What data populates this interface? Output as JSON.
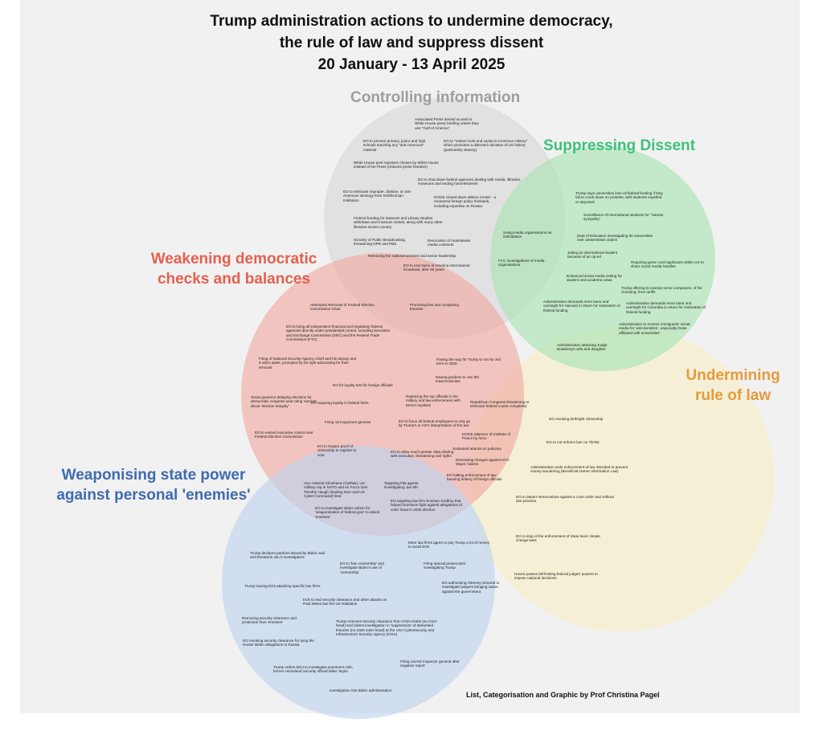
{
  "title_lines": [
    "Trump administration actions to undermine democracy,",
    "the rule of law and suppress dissent",
    "20 January - 13 April 2025"
  ],
  "credit": "List, Categorisation and Graphic by Prof Christina Pagel",
  "colors": {
    "controlling": "#9e9e9e",
    "suppressing": "#3ec07a",
    "weakening": "#e4604f",
    "undermining": "#e69a3c",
    "weaponising": "#3f6bb0",
    "circle_gray": "#d6d6d6",
    "circle_green": "#a6e3b2",
    "circle_red": "#f1a8a2",
    "circle_cream": "#f6efcd",
    "circle_blue": "#bcd2ef"
  },
  "categories": {
    "controlling": "Controlling information",
    "suppressing": "Suppressing Dissent",
    "weakening": [
      "Weakening democratic",
      "checks and balances"
    ],
    "undermining": [
      "Undermining",
      "rule of law"
    ],
    "weaponising": [
      "Weaponising state power",
      "against personal 'enemies'"
    ]
  },
  "items": [
    "Associated Press denied access to White House press briefing unless they use \"Gulf of America\"",
    "EO to prevent primary, junior and high schools teaching any \"anti-American\" material",
    "EO to \"restore truth and sanity to American History\" which promotes a distorted narrative of US history (particularly slavery)",
    "White House pool reporters chosen by White House instead of the Press (reduces press freedom)",
    "EO to shut down federal agencies dealing with media, libraries, museums and ending homelessness",
    "EO to eliminate improper, divisive, or anti-American ideology from Smithsonian Institution",
    "DOGE closed down Wilson Center - a renowned foreign policy thinktank, including expertise on Russia",
    "Federal funding for Museum and Library Studies withdrawn and museum closed, along with many other libraries across country",
    "Scrutiny of Public Broadcasting, threatening NPR and PBS",
    "Revocation of mainstream media contracts",
    "Removing the national archivist and senior leadership",
    "EO to end Voice of America international broadcast, after 80 years",
    "Trump says universities lose all federal funding if they fail to crack down on protests, with students expelled or deported",
    "Surveillance of international students for \"Hamas sympathy\"",
    "Suing media organisations as intimidation",
    "Dept of Education investigating 60 universities over antisemitism claims",
    "Jailing an international student because of an op-ed",
    "Requiring green card applicants within US to share social media handles",
    "FCC investigations of media organisations",
    "Enhanced social media vetting for student and academic visas",
    "Trump offering to exempt some companies, of his choosing, from tariffs",
    "Administration demands more bans and oversight for Harvard in return for restoration of federal funding",
    "Administration demands more bans and oversight for Columbia in return for restoration of federal funding",
    "Administration to monitor immigrants' social media for 'anti-semitism', especially those affiliated with universities",
    "Administration attacking Judge Boasberg's wife and daughter",
    "Attempted Removal of Federal Election Commission Chair",
    "Promoting lies and conspiracy theories",
    "EO to bring all independent financial and regulatory federal agencies directly under presidential control, including Securities and Exchange Commission (SEC) and the Federal Trade Commission (FTC)",
    "Firing of National Security Agency Chief and his deputy and 5 other aides, prompted by far right advocating for their removal",
    "Paving the way for Trump to run for 3rd term in 2028",
    "EO for loyalty test for foreign officials",
    "Issuing pardons to Jan 6th insurrectionists",
    "Texas governor delaying elections for democratic congress seat citing 'worries' about 'election integrity'",
    "EO requiring loyalty in federal hires",
    "Replacing the top officials in the military and law enforcement with MAGA loyalists",
    "Republican Congress threatening to eliminate federal courts completely",
    "Firing 18 inspectors general",
    "EO to force all federal employees to only go by Trump's or AG's interpretation of the law",
    "EO to extend executive control over Federal Election Commission",
    "DOGE takeover of Institute of Peace by force",
    "Sustained attacks on judiciary",
    "EO to require proof of citizenship to register to vote",
    "EO to allow much greater data sharing with executive, threatening civil rights",
    "Dismissing charges against NYC Mayor Adams",
    "EO halting enforcement of law banning bribery of foreign officials",
    "Vice Admiral Shoshana Chatfield, US military rep in NATO and Air Force Gen Timothy Haugh (leading NSA and US Cyber Command) fired",
    "Targeting FBI agents investigating Jan 6th",
    "EO targeting law firm Susman Godfrey that helped Dominion fight against allegations of voter fraud in 2020 election",
    "EO to investigate Biden admin for 'weaponisation of federal govt' to attack 'enemies'",
    "EO revoking birthright citizenship",
    "EO to not enforce ban on TikTok",
    "Administration ends enforcement of law intended to prevent money laundering (Beneficial Owner Information Law)",
    "EO to deport Venezuelans against a court order and without due process",
    "EO to stop of the enforcement of State level climate change laws",
    "House passes bill limiting federal judges' powers to impose national decisions",
    "More law firms agree to pay Trump a lot of money to avoid EOs",
    "Trump declares pardons issued by Biden void and threatens Jan 6 investigators",
    "EO to 'ban censorship' and investigate Biden's use of 'censorship'",
    "Firing special prosecutors investigating Trump",
    "Trump issuing EOs attacking specific law firms",
    "EO authorising Attorney General to investigate lawyers bringing cases against the government",
    "EOs to end security clearance and other attacks on Paul Weiss law firm as retaliation",
    "Removing security clearance and protection from 'enemies'",
    "Trump removes security clearance from Chris Krebs (ex CISA head) and orders investigation in 'suppression' of debunked theories (no 2020 voter fraud) at the USA Cybersecurity and Infrastructure Security Agency (CISA)",
    "EO revoking security clearance for tying the Hunter Biden allegations to Russia",
    "Firing USAID inspector general after negative report",
    "Trump orders DOJ to investigate prominent critic, former Homeland Security official Miles Taylor",
    "Investigation into Biden administration"
  ]
}
